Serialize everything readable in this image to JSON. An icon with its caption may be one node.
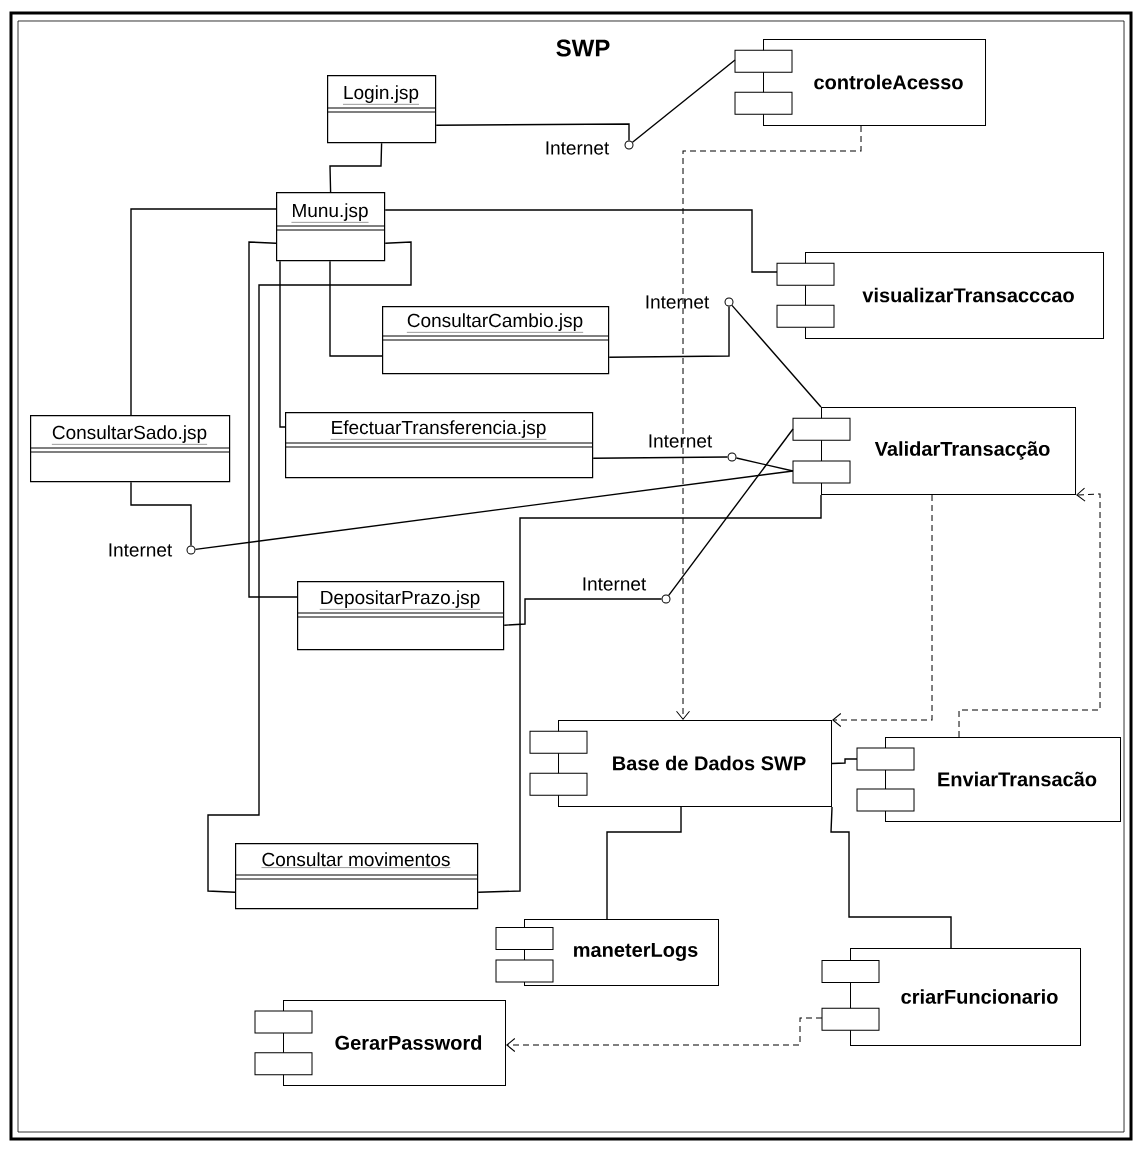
{
  "diagram": {
    "title": "SWP",
    "nodes": [
      {
        "text": [
          "Login.jsp"
        ]
      },
      {
        "text": [
          "controleAcesso"
        ]
      },
      {
        "text": [
          "Internet"
        ]
      },
      {
        "text": [
          "Munu.jsp"
        ]
      },
      {
        "text": [
          "visualizarTransacccao"
        ]
      },
      {
        "text": [
          "Internet"
        ]
      },
      {
        "text": [
          "ConsultarCambio.jsp"
        ]
      },
      {
        "text": [
          "ConsultarSado.jsp"
        ]
      },
      {
        "text": [
          "EfectuarTransferencia.jsp"
        ]
      },
      {
        "text": [
          "ValidarTransacção"
        ]
      },
      {
        "text": [
          "Internet"
        ]
      },
      {
        "text": [
          "Internet"
        ]
      },
      {
        "text": [
          "DepositarPrazo.jsp"
        ]
      },
      {
        "text": [
          "Internet"
        ]
      },
      {
        "text": [
          "Base de Dados SWP"
        ]
      },
      {
        "text": [
          "EnviarTransacão"
        ]
      },
      {
        "text": [
          "Consultar movimentos"
        ]
      },
      {
        "text": [
          "maneterLogs"
        ]
      },
      {
        "text": [
          "criarFuncionario"
        ]
      },
      {
        "text": [
          "GerarPassword"
        ]
      }
    ],
    "edges": [
      {
        "from": 0,
        "to": 3,
        "arrow": "none"
      },
      {
        "from": 0,
        "to": 2,
        "arrow": "none"
      },
      {
        "from": 2,
        "to": 1,
        "arrow": "none"
      },
      {
        "from": 1,
        "to": 14,
        "arrow": "to",
        "style": "dashed"
      },
      {
        "from": 3,
        "to": 7,
        "arrow": "none"
      },
      {
        "from": 3,
        "to": 4,
        "arrow": "none"
      },
      {
        "from": 3,
        "to": 6,
        "arrow": "none"
      },
      {
        "from": 3,
        "to": 8,
        "arrow": "none"
      },
      {
        "from": 3,
        "to": 12,
        "arrow": "none"
      },
      {
        "from": 3,
        "to": 16,
        "arrow": "none"
      },
      {
        "from": 6,
        "to": 5,
        "arrow": "none"
      },
      {
        "from": 5,
        "to": 9,
        "arrow": "none"
      },
      {
        "from": 8,
        "to": 10,
        "arrow": "none"
      },
      {
        "from": 10,
        "to": 9,
        "arrow": "none"
      },
      {
        "from": 7,
        "to": 11,
        "arrow": "none"
      },
      {
        "from": 11,
        "to": 9,
        "arrow": "none"
      },
      {
        "from": 12,
        "to": 13,
        "arrow": "none"
      },
      {
        "from": 13,
        "to": 9,
        "arrow": "none"
      },
      {
        "from": 16,
        "to": 9,
        "arrow": "none"
      },
      {
        "from": 9,
        "to": 14,
        "arrow": "to",
        "style": "dashed"
      },
      {
        "from": 15,
        "to": 9,
        "arrow": "to",
        "style": "dashed"
      },
      {
        "from": 14,
        "to": 15,
        "arrow": "none"
      },
      {
        "from": 14,
        "to": 17,
        "arrow": "none"
      },
      {
        "from": 14,
        "to": 18,
        "arrow": "none"
      },
      {
        "from": 18,
        "to": 19,
        "arrow": "to",
        "style": "dashed"
      }
    ]
  }
}
